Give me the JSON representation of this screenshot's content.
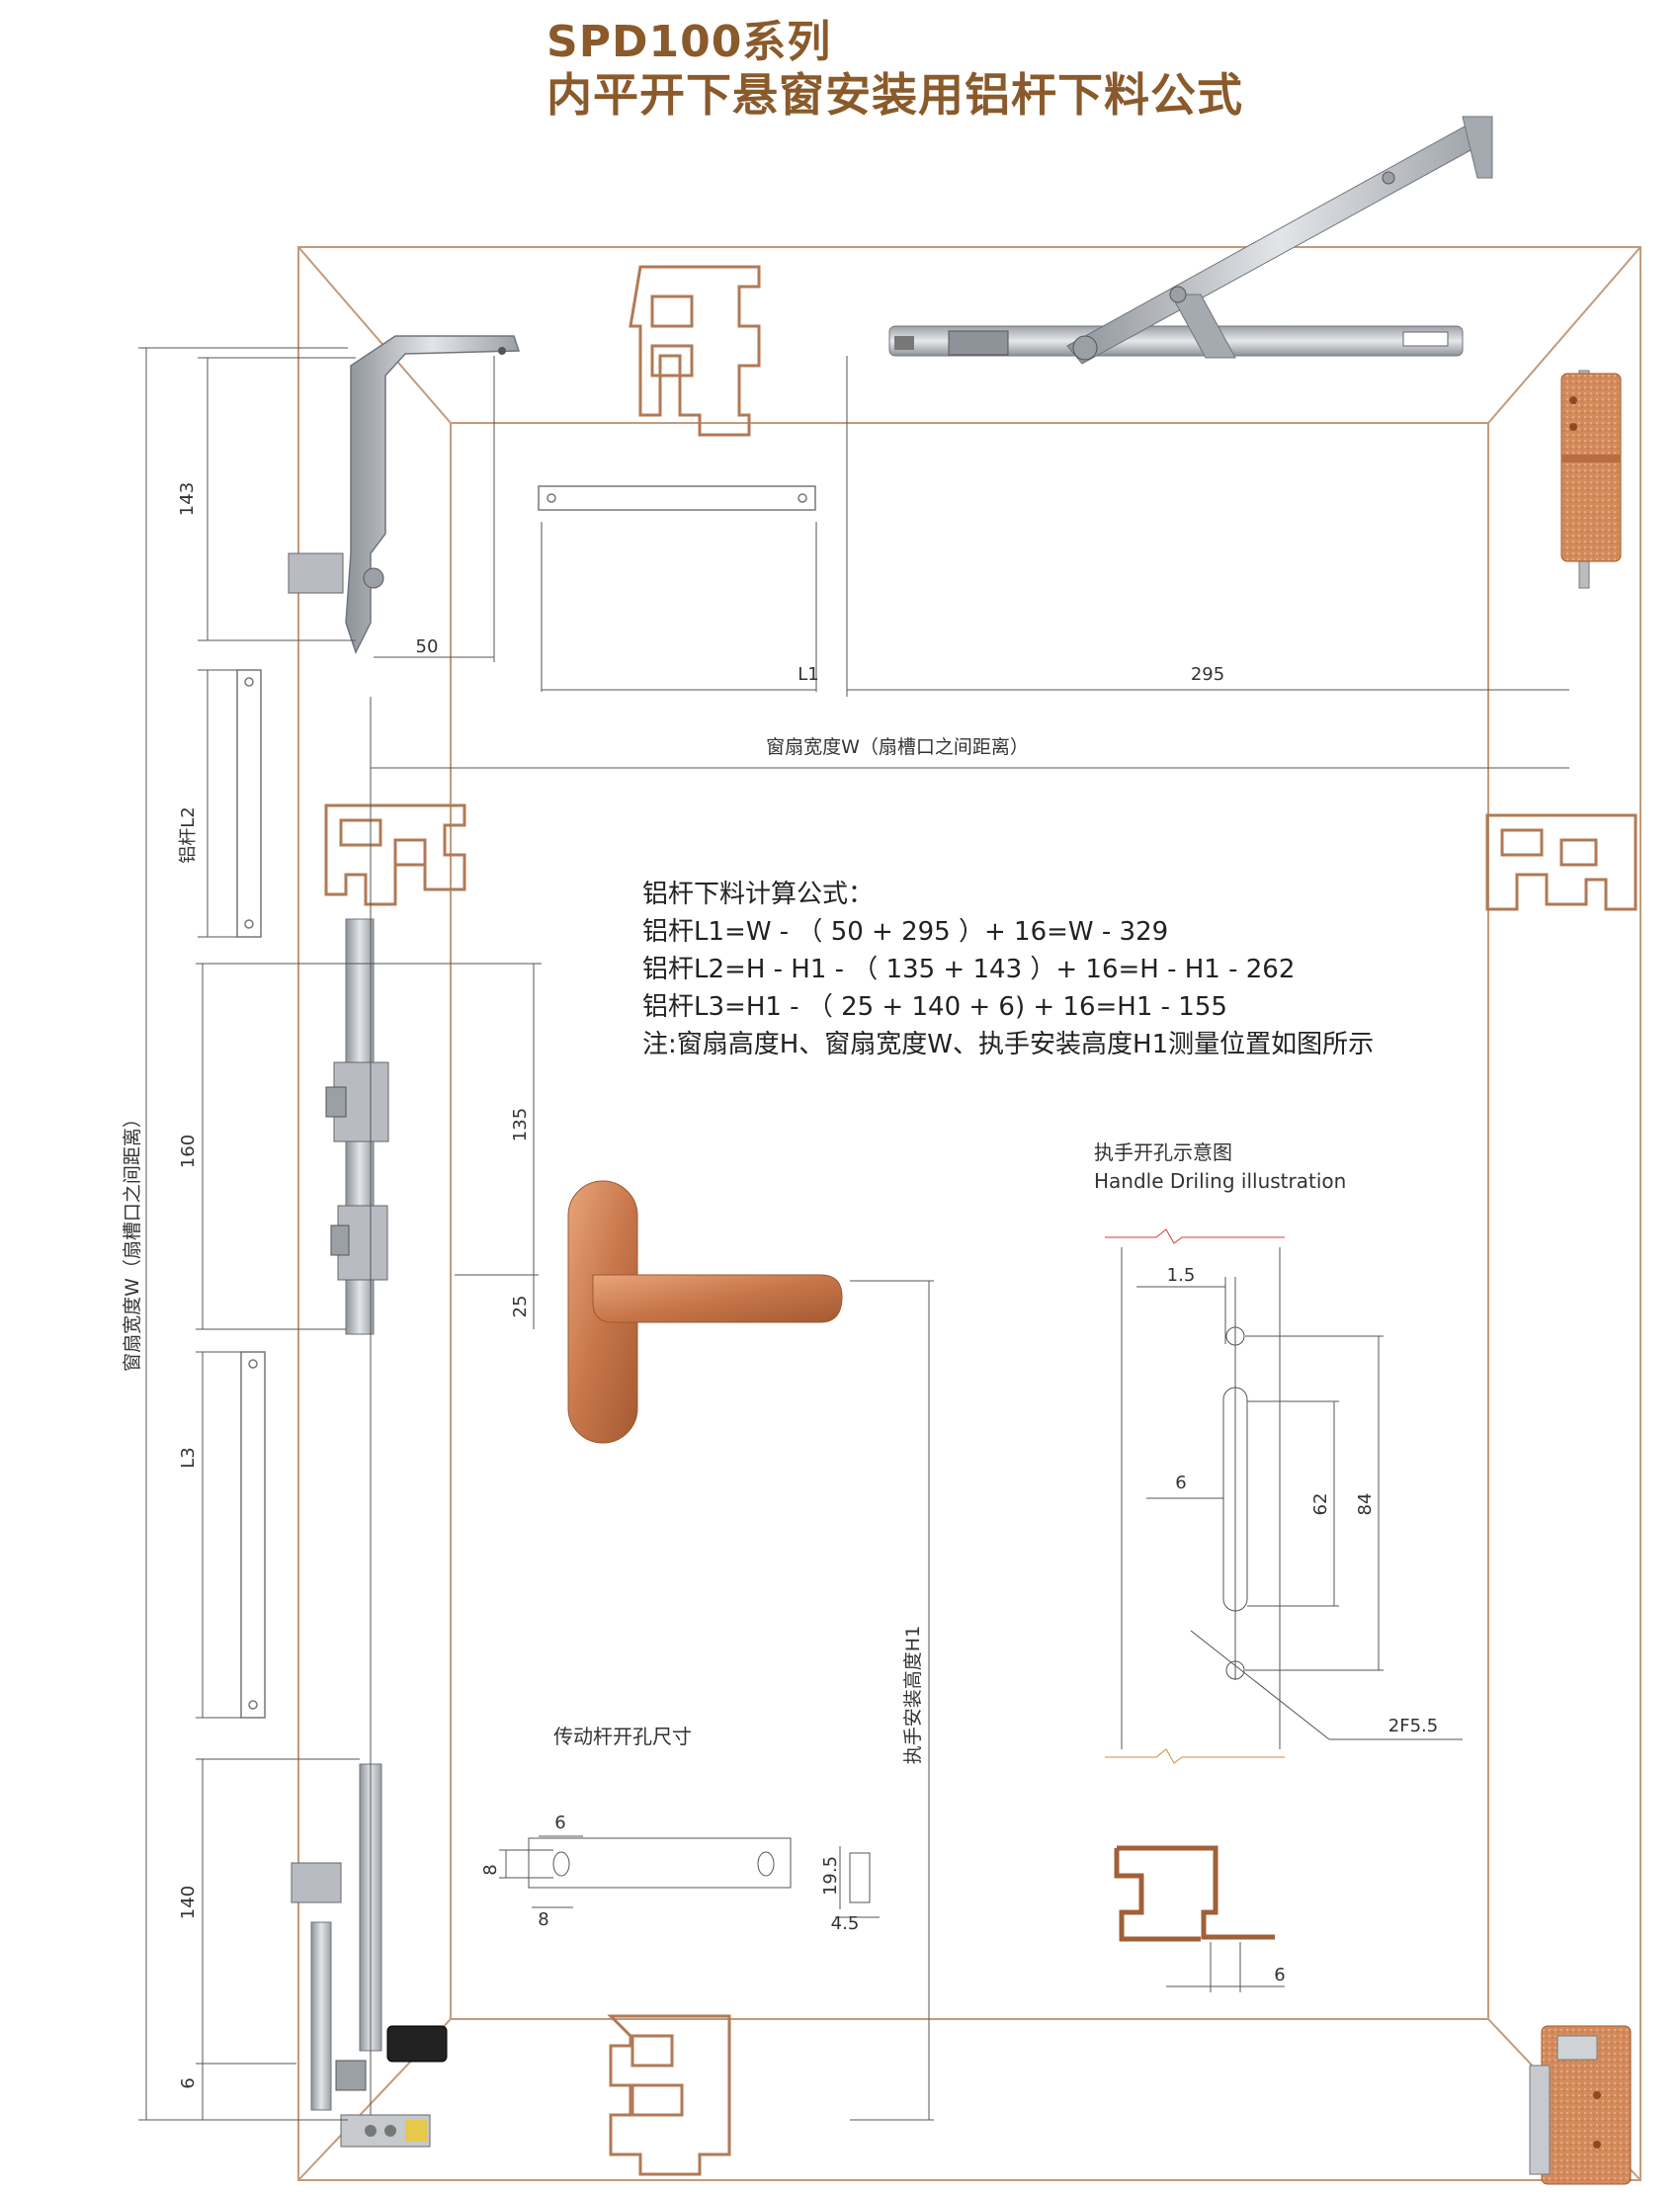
{
  "title": {
    "series": "SPD100系列",
    "subtitle": "内平开下悬窗安装用铝杆下料公式"
  },
  "formula": {
    "heading": "铝杆下料计算公式：",
    "l1": "铝杆L1=W - （ 50 + 295 ）+ 16=W - 329",
    "l2": "铝杆L2=H - H1 - （ 135 + 143 ）+ 16=H - H1 - 262",
    "l3": "铝杆L3=H1 - （ 25 + 140 + 6) + 16=H1 - 155",
    "note": "注:窗扇高度H、窗扇宽度W、执手安装高度H1测量位置如图所示"
  },
  "dimensions": {
    "d143": "143",
    "d50": "50",
    "d295": "295",
    "l1": "L1",
    "l2": "铝杆L2",
    "l3": "L3",
    "d160": "160",
    "d135": "135",
    "d25": "25",
    "d140": "140",
    "d6": "6",
    "sash_width": "窗扇宽度W（扇槽口之间距离）",
    "sash_height": "窗扇宽度W（扇槽口之间距离）",
    "handle_height": "执手安装高度H1"
  },
  "handle_drill": {
    "title_cn": "执手开孔示意图",
    "title_en": "Handle Driling illustration",
    "d15": "1.5",
    "d6": "6",
    "d62": "62",
    "d84": "84",
    "hole": "2F5.5"
  },
  "rod_hole": {
    "title": "传动杆开孔尺寸",
    "d6": "6",
    "d8v": "8",
    "d8h": "8",
    "d195": "19.5",
    "d45": "4.5"
  },
  "profile": {
    "d6": "6"
  },
  "colors": {
    "brand": "#8a5a2b",
    "frame": "#c49a7a",
    "dim_line": "#555555",
    "metal": "#b8bcc2",
    "copper": "#c87a48",
    "red_break": "#d43a3a"
  }
}
